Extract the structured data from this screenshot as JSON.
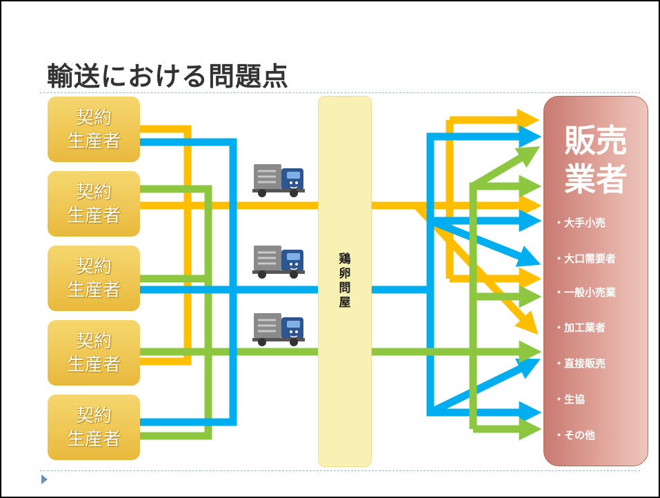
{
  "title": "輸送における問題点",
  "producer_label": [
    "契約",
    "生産者"
  ],
  "producers_count": 5,
  "wholesaler_label": [
    "鶏",
    "卵",
    "問",
    "屋"
  ],
  "retailer": {
    "title_lines": [
      "販売",
      "業者"
    ],
    "items": [
      "・大手小売",
      "・大口需要者",
      "・一般小売業",
      "・加工業者",
      "・直接販売",
      "・生協",
      "・その他"
    ]
  },
  "colors": {
    "yellow": "#ffbf00",
    "blue": "#00aeef",
    "green": "#8dc63f"
  },
  "icons": [
    "truck-icon",
    "truck-icon",
    "truck-icon",
    "bullet-triangle-icon"
  ]
}
